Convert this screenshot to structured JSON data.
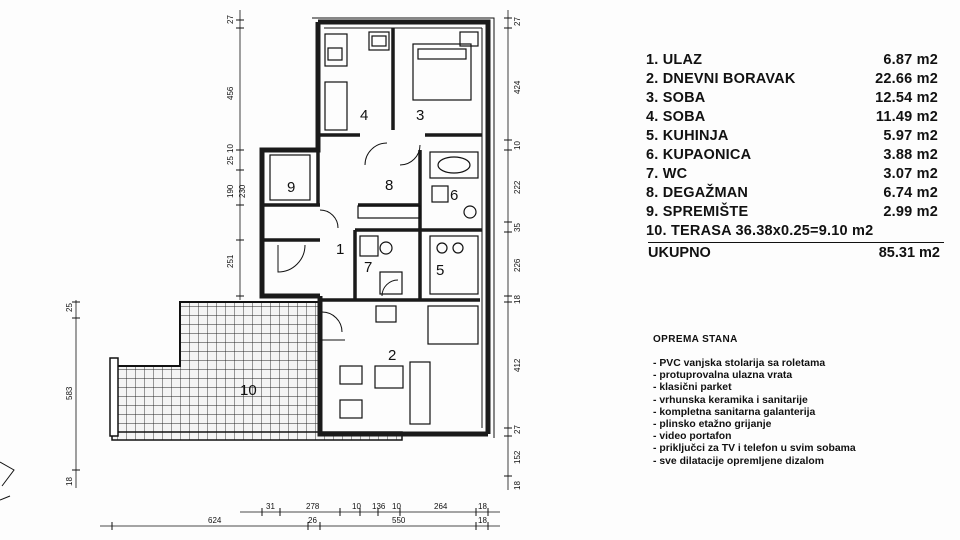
{
  "rooms": [
    {
      "label": "1. ULAZ",
      "area": "6.87 m2"
    },
    {
      "label": "2. DNEVNI BORAVAK",
      "area": "22.66 m2"
    },
    {
      "label": "3. SOBA",
      "area": "12.54 m2"
    },
    {
      "label": "4. SOBA",
      "area": "11.49 m2"
    },
    {
      "label": "5. KUHINJA",
      "area": "5.97 m2"
    },
    {
      "label": "6. KUPAONICA",
      "area": "3.88 m2"
    },
    {
      "label": "7. WC",
      "area": "3.07 m2"
    },
    {
      "label": "8. DEGAŽMAN",
      "area": "6.74 m2"
    },
    {
      "label": "9. SPREMIŠTE",
      "area": "2.99 m2"
    },
    {
      "label": "10. TERASA 36.38x0.25=9.10 m2",
      "area": ""
    }
  ],
  "total": {
    "label": "UKUPNO",
    "area": "85.31 m2"
  },
  "equipment": {
    "title": "OPREMA STANA",
    "items": [
      "- PVC vanjska stolarija sa roletama",
      "- protuprovalna ulazna vrata",
      "- klasični parket",
      "- vrhunska keramika i sanitarije",
      "- kompletna sanitarna galanterija",
      "- plinsko etažno grijanje",
      "- video portafon",
      "- priključci za TV i telefon u svim sobama",
      "- sve dilatacije opremljene dizalom"
    ]
  },
  "plan": {
    "room_numbers": [
      "1",
      "2",
      "3",
      "4",
      "5",
      "6",
      "7",
      "8",
      "9",
      "10"
    ],
    "dims_left": [
      "27",
      "456",
      "10",
      "25",
      "190",
      "230",
      "251",
      "25",
      "583",
      "18"
    ],
    "dims_right": [
      "27",
      "424",
      "10",
      "222",
      "35",
      "226",
      "18",
      "412",
      "27",
      "152",
      "18"
    ],
    "dims_bottom_row1": [
      "31",
      "278",
      "10",
      "136",
      "10",
      "264",
      "18"
    ],
    "dims_bottom_row2": [
      "624",
      "26",
      "550",
      "18"
    ]
  },
  "colors": {
    "ink": "#111111",
    "wall": "#1a1a1a",
    "paper": "#fdfdfd"
  }
}
